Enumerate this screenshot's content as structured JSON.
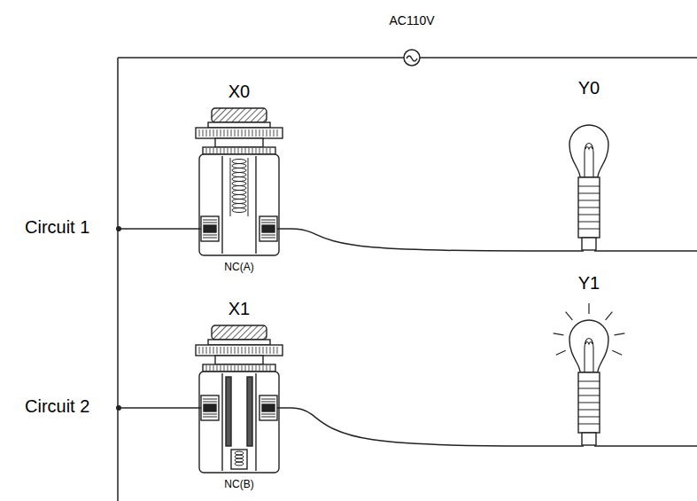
{
  "diagram": {
    "nodes": [
      {
        "text": [
          "X0",
          "NC(A)"
        ]
      },
      {
        "text": [
          "Y0"
        ]
      },
      {
        "text": [
          "X1",
          "NC(B)"
        ]
      },
      {
        "text": [
          "Y1"
        ]
      }
    ],
    "edges": [
      {
        "from": 0,
        "to": 1,
        "arrow": "none"
      },
      {
        "from": 2,
        "to": 3,
        "arrow": "none"
      }
    ],
    "labels": [
      "AC110V",
      "Circuit 1",
      "Circuit 2"
    ]
  }
}
